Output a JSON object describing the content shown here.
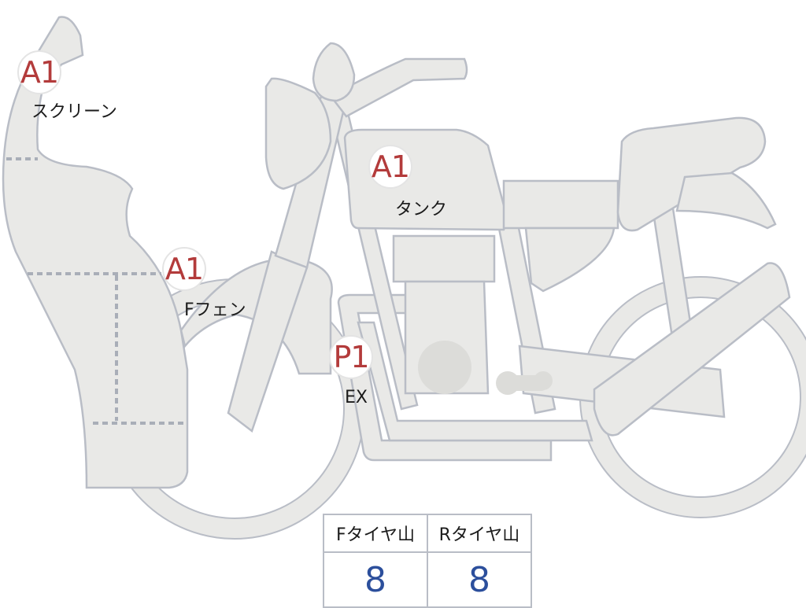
{
  "markers": [
    {
      "code": "A1",
      "label": "スクリーン"
    },
    {
      "code": "A1",
      "label": "タンク"
    },
    {
      "code": "A1",
      "label": "Fフェン"
    },
    {
      "code": "P1",
      "label": "EX"
    }
  ],
  "tire_table": {
    "headers": [
      "Fタイヤ山",
      "Rタイヤ山"
    ],
    "values": [
      "8",
      "8"
    ]
  },
  "colors": {
    "body_fill": "#e9e9e7",
    "outline": "#b9bdc6",
    "marker_text": "#b33b3b",
    "value_text": "#2c4f9c"
  }
}
